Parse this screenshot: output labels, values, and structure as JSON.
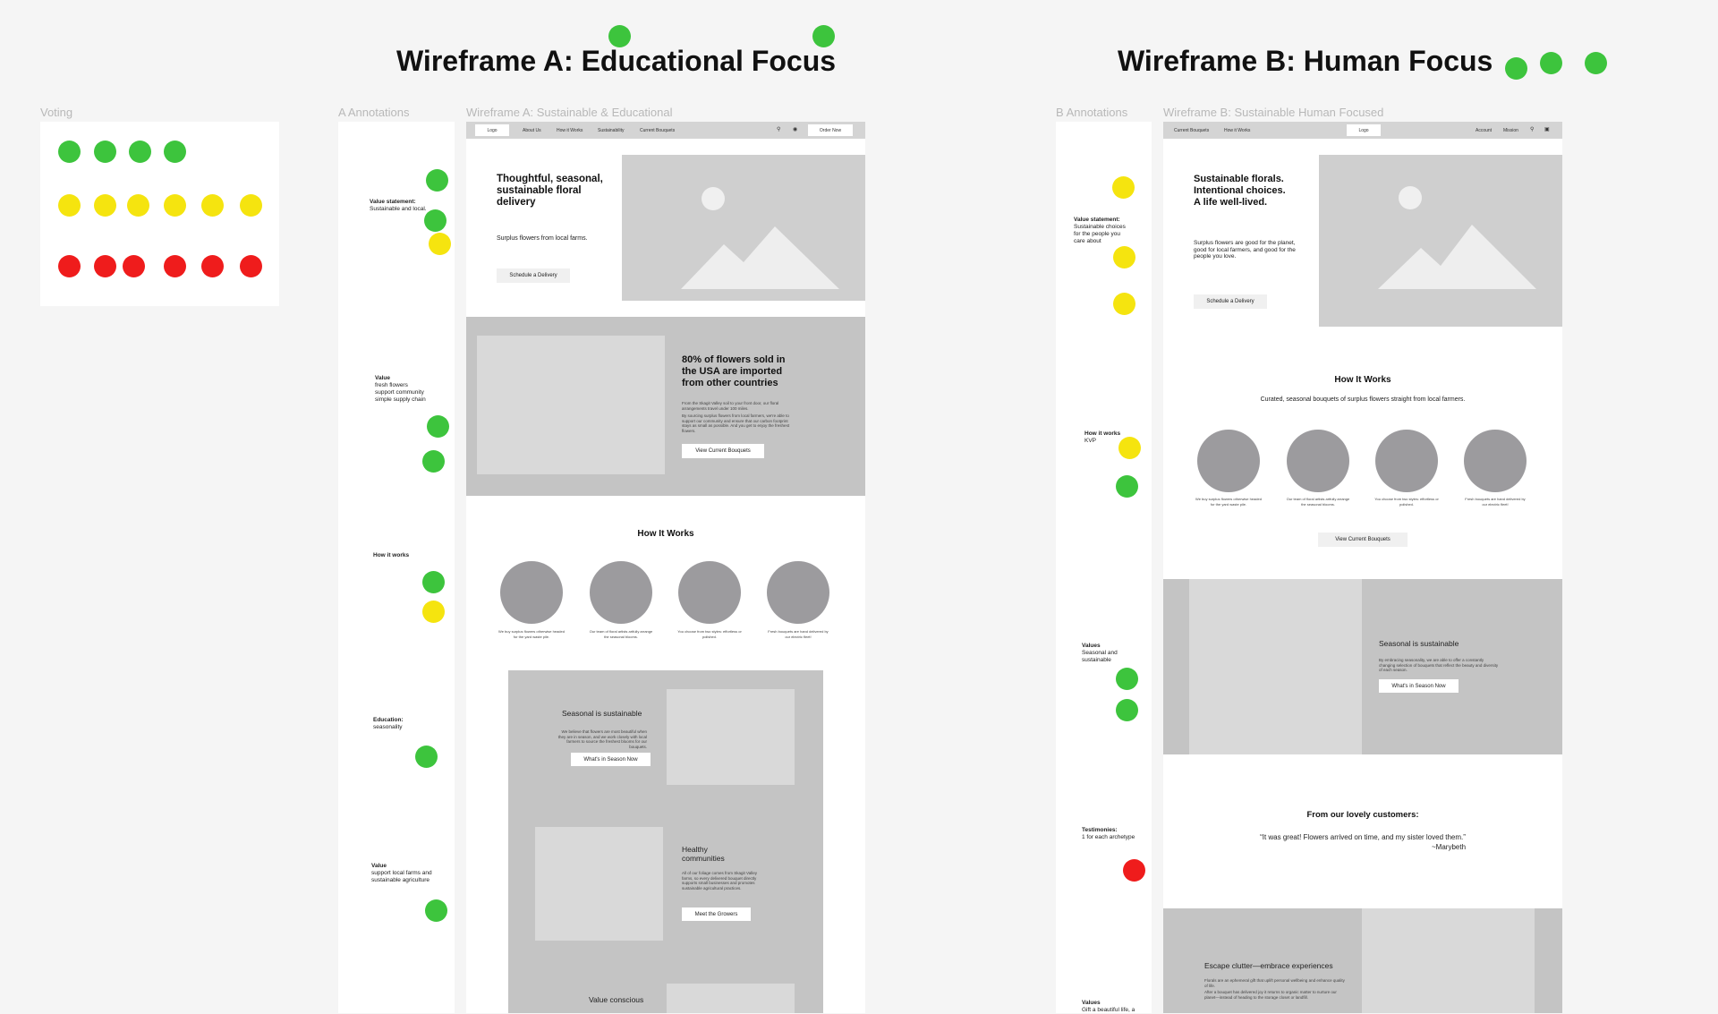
{
  "headings": {
    "wireframe_a": "Wireframe A: Educational Focus",
    "wireframe_b": "Wireframe B: Human Focus"
  },
  "labels": {
    "voting": "Voting",
    "a_annotations": "A Annotations",
    "a_frame": "Wireframe A: Sustainable & Educational",
    "b_annotations": "B Annotations",
    "b_frame": "Wireframe B: Sustainable Human Focused"
  },
  "colors": {
    "green": "#3dc43d",
    "yellow": "#f5e40f",
    "red": "#ef1c1c"
  },
  "voting": {
    "green_votes": 4,
    "yellow_votes": 6,
    "red_votes": 6
  },
  "a_annotations": [
    {
      "title": "Value statement:",
      "body": "Sustainable and local."
    },
    {
      "title": "Value",
      "body": "fresh flowers\nsupport community\nsimple supply chain"
    },
    {
      "title": "How it works",
      "body": ""
    },
    {
      "title": "Education:",
      "body": "seasonality"
    },
    {
      "title": "Value",
      "body": "support local farms and\nsustainable agriculture"
    }
  ],
  "b_annotations": [
    {
      "title": "Value statement:",
      "body": "Sustainable choices\nfor the people you\ncare about"
    },
    {
      "title": "How it works",
      "body": "KVP"
    },
    {
      "title": "Values",
      "body": "Seasonal and\nsustainable"
    },
    {
      "title": "Testimonies:",
      "body": "1 for each archetype"
    },
    {
      "title": "Values",
      "body": "Gift a beautiful life, a"
    }
  ],
  "wf_a": {
    "nav": {
      "logo": "Logo",
      "links": [
        "About Us",
        "How it Works",
        "Sustainability",
        "Current Bouquets"
      ],
      "cta": "Order Now",
      "icons": [
        "search-icon",
        "user-icon"
      ]
    },
    "hero": {
      "title": "Thoughtful, seasonal,\nsustainable floral\ndelivery",
      "subtitle": "Surplus flowers from local farms.",
      "button": "Schedule a Delivery"
    },
    "stat": {
      "title": "80% of flowers sold in\nthe USA are imported\nfrom other countries",
      "p1": "From the Skagit Valley soil to your front door, our floral arrangements travel under 100 miles.",
      "p2": "By sourcing surplus flowers from local farmers, we're able to support our community and ensure that our carbon footprint stays as small as possible. And you get to enjoy the freshest flowers.",
      "button": "View Current Bouquets"
    },
    "how": {
      "title": "How It Works",
      "steps": [
        "We buy surplus flowers otherwise headed for the yard waste pile.",
        "Our team of floral artists artfully arrange the seasonal blooms.",
        "You choose from two styles: effortless or polished.",
        "Fresh bouquets are hand delivered by our electric fleet!"
      ]
    },
    "seasonal": {
      "title": "Seasonal is sustainable",
      "body": "We believe that flowers are most beautiful when they are in season, and we work closely with local farmers to source the freshest blooms for our bouquets.",
      "button": "What's in Season Now"
    },
    "healthy": {
      "title": "Healthy\ncommunities",
      "body": "All of our foliage comes from Skagit Valley farms, so every delivered bouquet directly supports small businesses and promotes sustainable agricultural practices.",
      "button": "Meet the Growers"
    },
    "value": {
      "title": "Value conscious"
    }
  },
  "wf_b": {
    "nav": {
      "links_left": [
        "Current Bouquets",
        "How it Works"
      ],
      "logo": "Logo",
      "links_right": [
        "Account",
        "Mission"
      ],
      "icons": [
        "search-icon",
        "cart-icon"
      ]
    },
    "hero": {
      "title": "Sustainable florals.\nIntentional choices.\nA life well-lived.",
      "subtitle": "Surplus flowers are good for the planet, good for local farmers, and good for the people you love.",
      "button": "Schedule a Delivery"
    },
    "how": {
      "title": "How It Works",
      "subtitle": "Curated, seasonal bouquets of surplus flowers straight from local farmers.",
      "steps": [
        "We buy surplus flowers otherwise headed for the yard waste pile.",
        "Our team of floral artists artfully arrange the seasonal blooms.",
        "You choose from two styles: effortless or polished.",
        "Fresh bouquets are hand delivered by our electric fleet!"
      ],
      "button": "View Current Bouquets"
    },
    "seasonal": {
      "title": "Seasonal is sustainable",
      "body": "By embracing seasonality, we are able to offer a constantly changing selection of bouquets that reflect the beauty and diversity of each season.",
      "button": "What's in Season Now"
    },
    "testimonial": {
      "title": "From our lovely customers:",
      "quote": "“It was great! Flowers arrived on time, and my sister loved them.”",
      "author": "~Marybeth"
    },
    "escape": {
      "title": "Escape clutter—embrace experiences",
      "body1": "Florals are an ephemeral gift that uplift personal wellbeing and enhance quality of life.",
      "body2": "After a bouquet has delivered joy it returns to organic matter to nurture our planet—instead of heading to the storage closet or landfill."
    }
  }
}
